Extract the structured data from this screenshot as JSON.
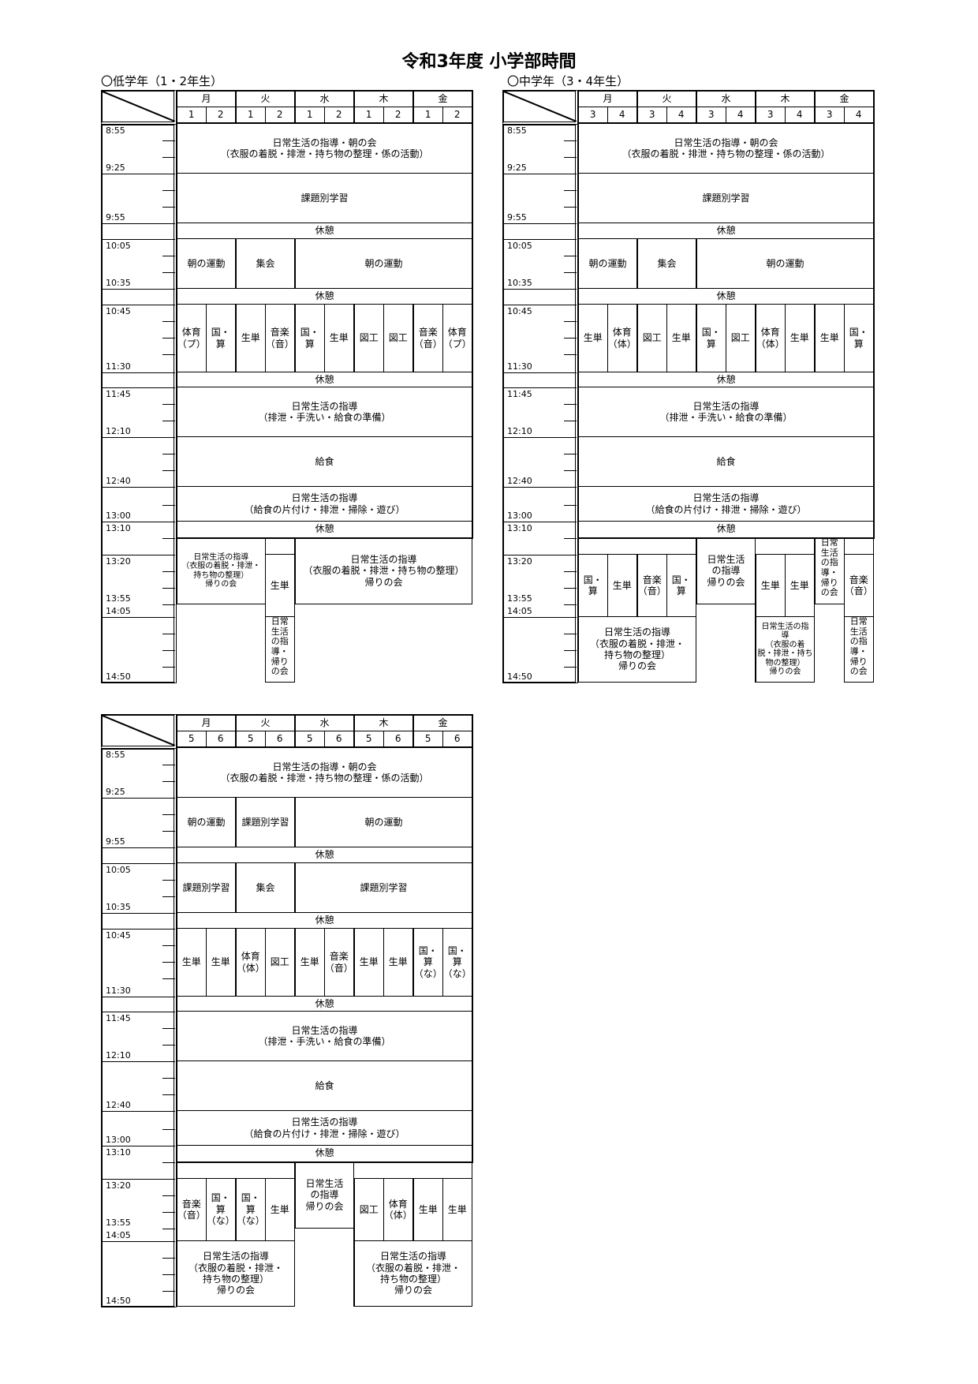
{
  "title": "令和3年度 小学部時間",
  "tables": [
    {
      "label": "〇低学年（1・2年生）",
      "days": [
        "月",
        "火",
        "水",
        "木",
        "金"
      ],
      "periods": [
        "1",
        "2"
      ],
      "times": [
        "8:55",
        "9:25",
        "9:55",
        "10:05",
        "10:35",
        "10:45",
        "11:30",
        "11:45",
        "12:10",
        "12:40",
        "13:00",
        "13:10",
        "13:20",
        "13:55",
        "14:05",
        "14:50"
      ],
      "morning": "日常生活の指導・朝の会\n（衣服の着脱・排泄・持ち物の整理・係の活動）",
      "row_b": [
        "課題別学習"
      ],
      "break": "休憩",
      "row_c": [
        "朝の運動",
        "集会",
        "朝の運動"
      ],
      "period3": [
        "体育\n（プ）",
        "国・\n算",
        "生単",
        "音楽\n（音）",
        "国・\n算",
        "生単",
        "図工",
        "図工",
        "音楽\n（音）",
        "体育\n（プ）"
      ],
      "toilet": "日常生活の指導\n（排泄・手洗い・給食の準備）",
      "lunch": "給食",
      "cleanup": "日常生活の指導\n（給食の片付け・排泄・掃除・遊び）",
      "afternoon": [
        "日常生活の指導\n（衣服の着脱・排泄・\n持ち物の整理）\n帰りの会",
        "生単",
        "日常\n生活\nの指\n導・\n帰り\nの会",
        "日常生活の指導\n（衣服の着脱・排泄・持ち物の整理）\n帰りの会"
      ]
    },
    {
      "label": "〇中学年（3・4年生）",
      "days": [
        "月",
        "火",
        "水",
        "木",
        "金"
      ],
      "periods": [
        "3",
        "4"
      ],
      "times": [
        "8:55",
        "9:25",
        "9:55",
        "10:05",
        "10:35",
        "10:45",
        "11:30",
        "11:45",
        "12:10",
        "12:40",
        "13:00",
        "13:10",
        "13:20",
        "13:55",
        "14:05",
        "14:50"
      ],
      "morning": "日常生活の指導・朝の会\n（衣服の着脱・排泄・持ち物の整理・係の活動）",
      "row_b": [
        "課題別学習"
      ],
      "break": "休憩",
      "row_c": [
        "朝の運動",
        "集会",
        "朝の運動"
      ],
      "period3": [
        "生単",
        "体育\n（体）",
        "図工",
        "生単",
        "国・\n算",
        "図工",
        "体育\n（体）",
        "生単",
        "生単",
        "国・\n算"
      ],
      "toilet": "日常生活の指導\n（排泄・手洗い・給食の準備）",
      "lunch": "給食",
      "cleanup": "日常生活の指導\n（給食の片付け・排泄・掃除・遊び）",
      "afternoon": [
        "国・\n算",
        "生単",
        "音楽\n（音）",
        "国・\n算",
        "日常生活の指導\n（衣服の着脱・排泄・\n持ち物の整理）\n帰りの会",
        "日常生活\nの指導\n帰りの会",
        "生単",
        "生単",
        "日常生活の指\n導\n（衣服の着\n脱・排泄・持ち\n物の整理）\n帰りの会",
        "日常\n生活\nの指\n導・\n帰り\nの会",
        "音楽\n（音）",
        "日常\n生活\nの指\n導・\n帰り\nの会"
      ]
    },
    {
      "days": [
        "月",
        "火",
        "水",
        "木",
        "金"
      ],
      "periods": [
        "5",
        "6"
      ],
      "times": [
        "8:55",
        "9:25",
        "9:55",
        "10:05",
        "10:35",
        "10:45",
        "11:30",
        "11:45",
        "12:10",
        "12:40",
        "13:00",
        "13:10",
        "13:20",
        "13:55",
        "14:05",
        "14:50"
      ],
      "morning": "日常生活の指導・朝の会\n（衣服の着脱・排泄・持ち物の整理・係の活動）",
      "row_b": [
        "朝の運動",
        "課題別学習",
        "朝の運動"
      ],
      "break": "休憩",
      "row_c": [
        "課題別学習",
        "集会",
        "課題別学習"
      ],
      "period3": [
        "生単",
        "生単",
        "体育\n（体）",
        "図工",
        "生単",
        "音楽\n（音）",
        "生単",
        "生単",
        "国・\n算\n（な）",
        "国・\n算\n（な）"
      ],
      "toilet": "日常生活の指導\n（排泄・手洗い・給食の準備）",
      "lunch": "給食",
      "cleanup": "日常生活の指導\n（給食の片付け・排泄・掃除・遊び）",
      "afternoon": [
        "音楽\n（音）",
        "国・\n算\n（な）",
        "国・\n算\n（な）",
        "生単",
        "日常生活の指導\n（衣服の着脱・排泄・\n持ち物の整理）\n帰りの会",
        "日常生活\nの指導\n帰りの会",
        "図工",
        "体育\n（体）",
        "生単",
        "生単",
        "日常生活の指導\n（衣服の着脱・排泄・\n持ち物の整理）\n帰りの会"
      ]
    }
  ]
}
